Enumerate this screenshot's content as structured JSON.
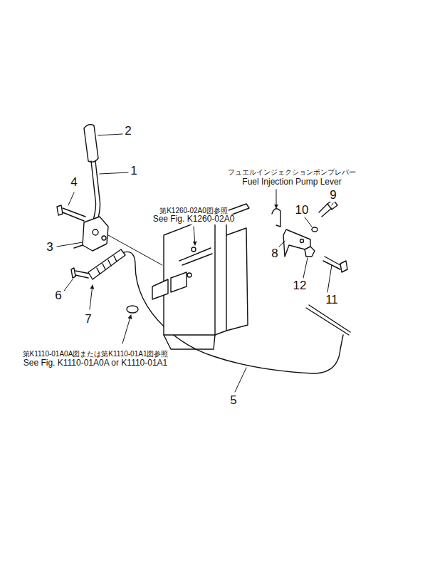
{
  "diagram": {
    "labels": [
      "2",
      "1",
      "フュエルインジェクションポンプレバー",
      "Fuel Injection Pump Lever",
      "9",
      "4",
      "10",
      "第K1260-02A0図参照",
      "See Fig. K1260-02A0",
      "3",
      "8",
      "12",
      "6",
      "11",
      "7",
      "第K1110-01A0A図または第K1110-01A1図参照",
      "See Fig. K1110-01A0A or K1110-01A1",
      "5"
    ]
  }
}
